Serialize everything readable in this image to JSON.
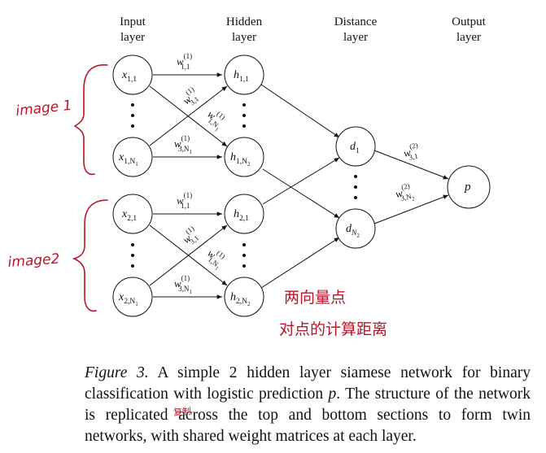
{
  "headers": {
    "input": [
      "Input",
      "layer"
    ],
    "hidden": [
      "Hidden",
      "layer"
    ],
    "distance": [
      "Distance",
      "layer"
    ],
    "output": [
      "Output",
      "layer"
    ]
  },
  "nodes": {
    "x11": {
      "base": "x",
      "sub": "1,1"
    },
    "x1N": {
      "base": "x",
      "sub": "1,N",
      "subsub": "1"
    },
    "h11": {
      "base": "h",
      "sub": "1,1"
    },
    "h1N": {
      "base": "h",
      "sub": "1,N",
      "subsub": "2"
    },
    "x21": {
      "base": "x",
      "sub": "2,1"
    },
    "x2N": {
      "base": "x",
      "sub": "2,N",
      "subsub": "1"
    },
    "h21": {
      "base": "h",
      "sub": "2,1"
    },
    "h2N": {
      "base": "h",
      "sub": "2,N",
      "subsub": "2"
    },
    "d1": {
      "base": "d",
      "sub": "1"
    },
    "dN": {
      "base": "d",
      "sub": "N",
      "subsub": "2"
    },
    "p": {
      "base": "p",
      "sub": ""
    }
  },
  "weights": {
    "w11": {
      "base": "w",
      "sub": "1,1",
      "sup": "(1)"
    },
    "w31": {
      "base": "w",
      "sub": "3,1",
      "sup": "(1)"
    },
    "w1N": {
      "base": "w",
      "sub": "1,N",
      "subsub": "1",
      "sup": "(1)"
    },
    "w3N": {
      "base": "w",
      "sub": "3,N",
      "subsub": "1",
      "sup": "(1)"
    },
    "w31_out": {
      "base": "w",
      "sub": "3,1",
      "sup": "(2)"
    },
    "w3N_out": {
      "base": "w",
      "sub": "3,N",
      "subsub": "2",
      "sup": "(2)"
    }
  },
  "handwritten": {
    "image1": "image 1",
    "image2": "image2",
    "note_line1": "两向量点",
    "note_line2": "对点的计算距离",
    "note_replicated": "复制"
  },
  "caption": {
    "figure_label": "Figure 3.",
    "text_before_p": " A simple 2 hidden layer siamese network for binary classification with logistic prediction ",
    "math_p": "p",
    "text_after_p": ". The structure of the network is replicated across the top and bottom sections to form twin networks, with shared weight matrices at each layer."
  },
  "colors": {
    "ink": "#111111",
    "annotation": "#b5162b"
  }
}
